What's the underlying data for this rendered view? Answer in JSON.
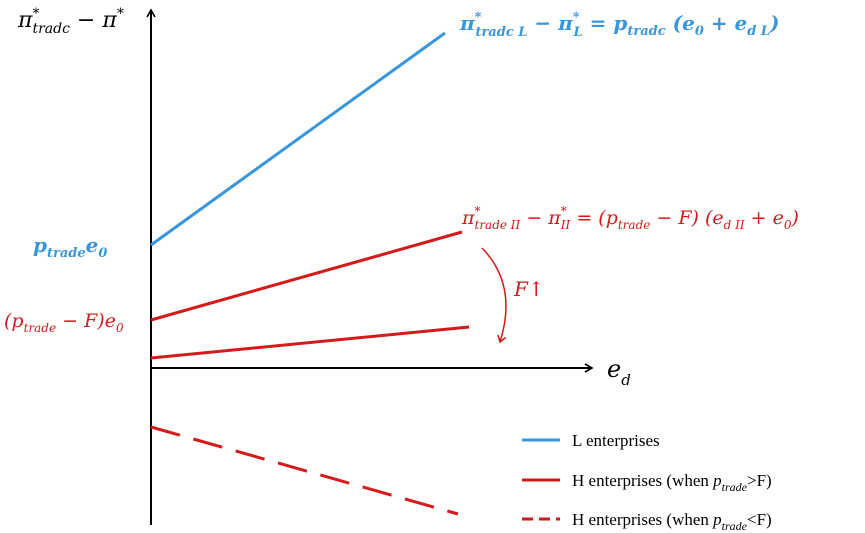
{
  "colors": {
    "axis": "#000000",
    "l_series": "#3a96dc",
    "h_series": "#d41a1a"
  },
  "axes": {
    "y_label": {
      "pi": "π",
      "sup": "*",
      "sub": "tradc",
      "tail": " − π",
      "tail_sup": "*"
    },
    "x_label": {
      "main": "e",
      "sub": "d"
    }
  },
  "labels": {
    "l_intercept": {
      "p": "p",
      "p_sub": "trade",
      "e": "e",
      "e_sub": "0"
    },
    "h_intercept": {
      "open": "(p",
      "p_sub": "trade",
      "mid": " − F)",
      "e": "e",
      "e_sub": "0"
    },
    "l_equation": {
      "pi": "π",
      "pi_sup": "*",
      "pi_sub": "tradc L",
      "minus": " − π",
      "pi2_sup": "*",
      "pi2_sub": "L",
      "eq": " = p",
      "p_sub": "tradc",
      "paren": " (e",
      "e0_sub": "0",
      "plus": " + e",
      "ed_sub": "d L",
      "close": ")"
    },
    "h_equation": {
      "pi": "π",
      "pi_sup": "*",
      "pi_sub": "trade II",
      "minus": " − π",
      "pi2_sup": "*",
      "pi2_sub": "II",
      "eq": " = (p",
      "p_sub": "trade",
      "mid": " − F) (e",
      "ed_sub": "d II",
      "plus": " + e",
      "e0_sub": "0",
      "close": ")"
    },
    "f_arrow": {
      "f": "F",
      "arrow": "↑"
    }
  },
  "legend": [
    {
      "id": "l",
      "style": "solid-blue",
      "text": "L enterprises"
    },
    {
      "id": "h_gt",
      "style": "solid-red",
      "text_before": "H enterprises (when ",
      "p": "p",
      "p_sub": "trade",
      "text_after": ">F)"
    },
    {
      "id": "h_lt",
      "style": "dashed-red",
      "text_before": "H enterprises (when ",
      "p": "p",
      "p_sub": "trade",
      "text_after": "<F)"
    }
  ]
}
